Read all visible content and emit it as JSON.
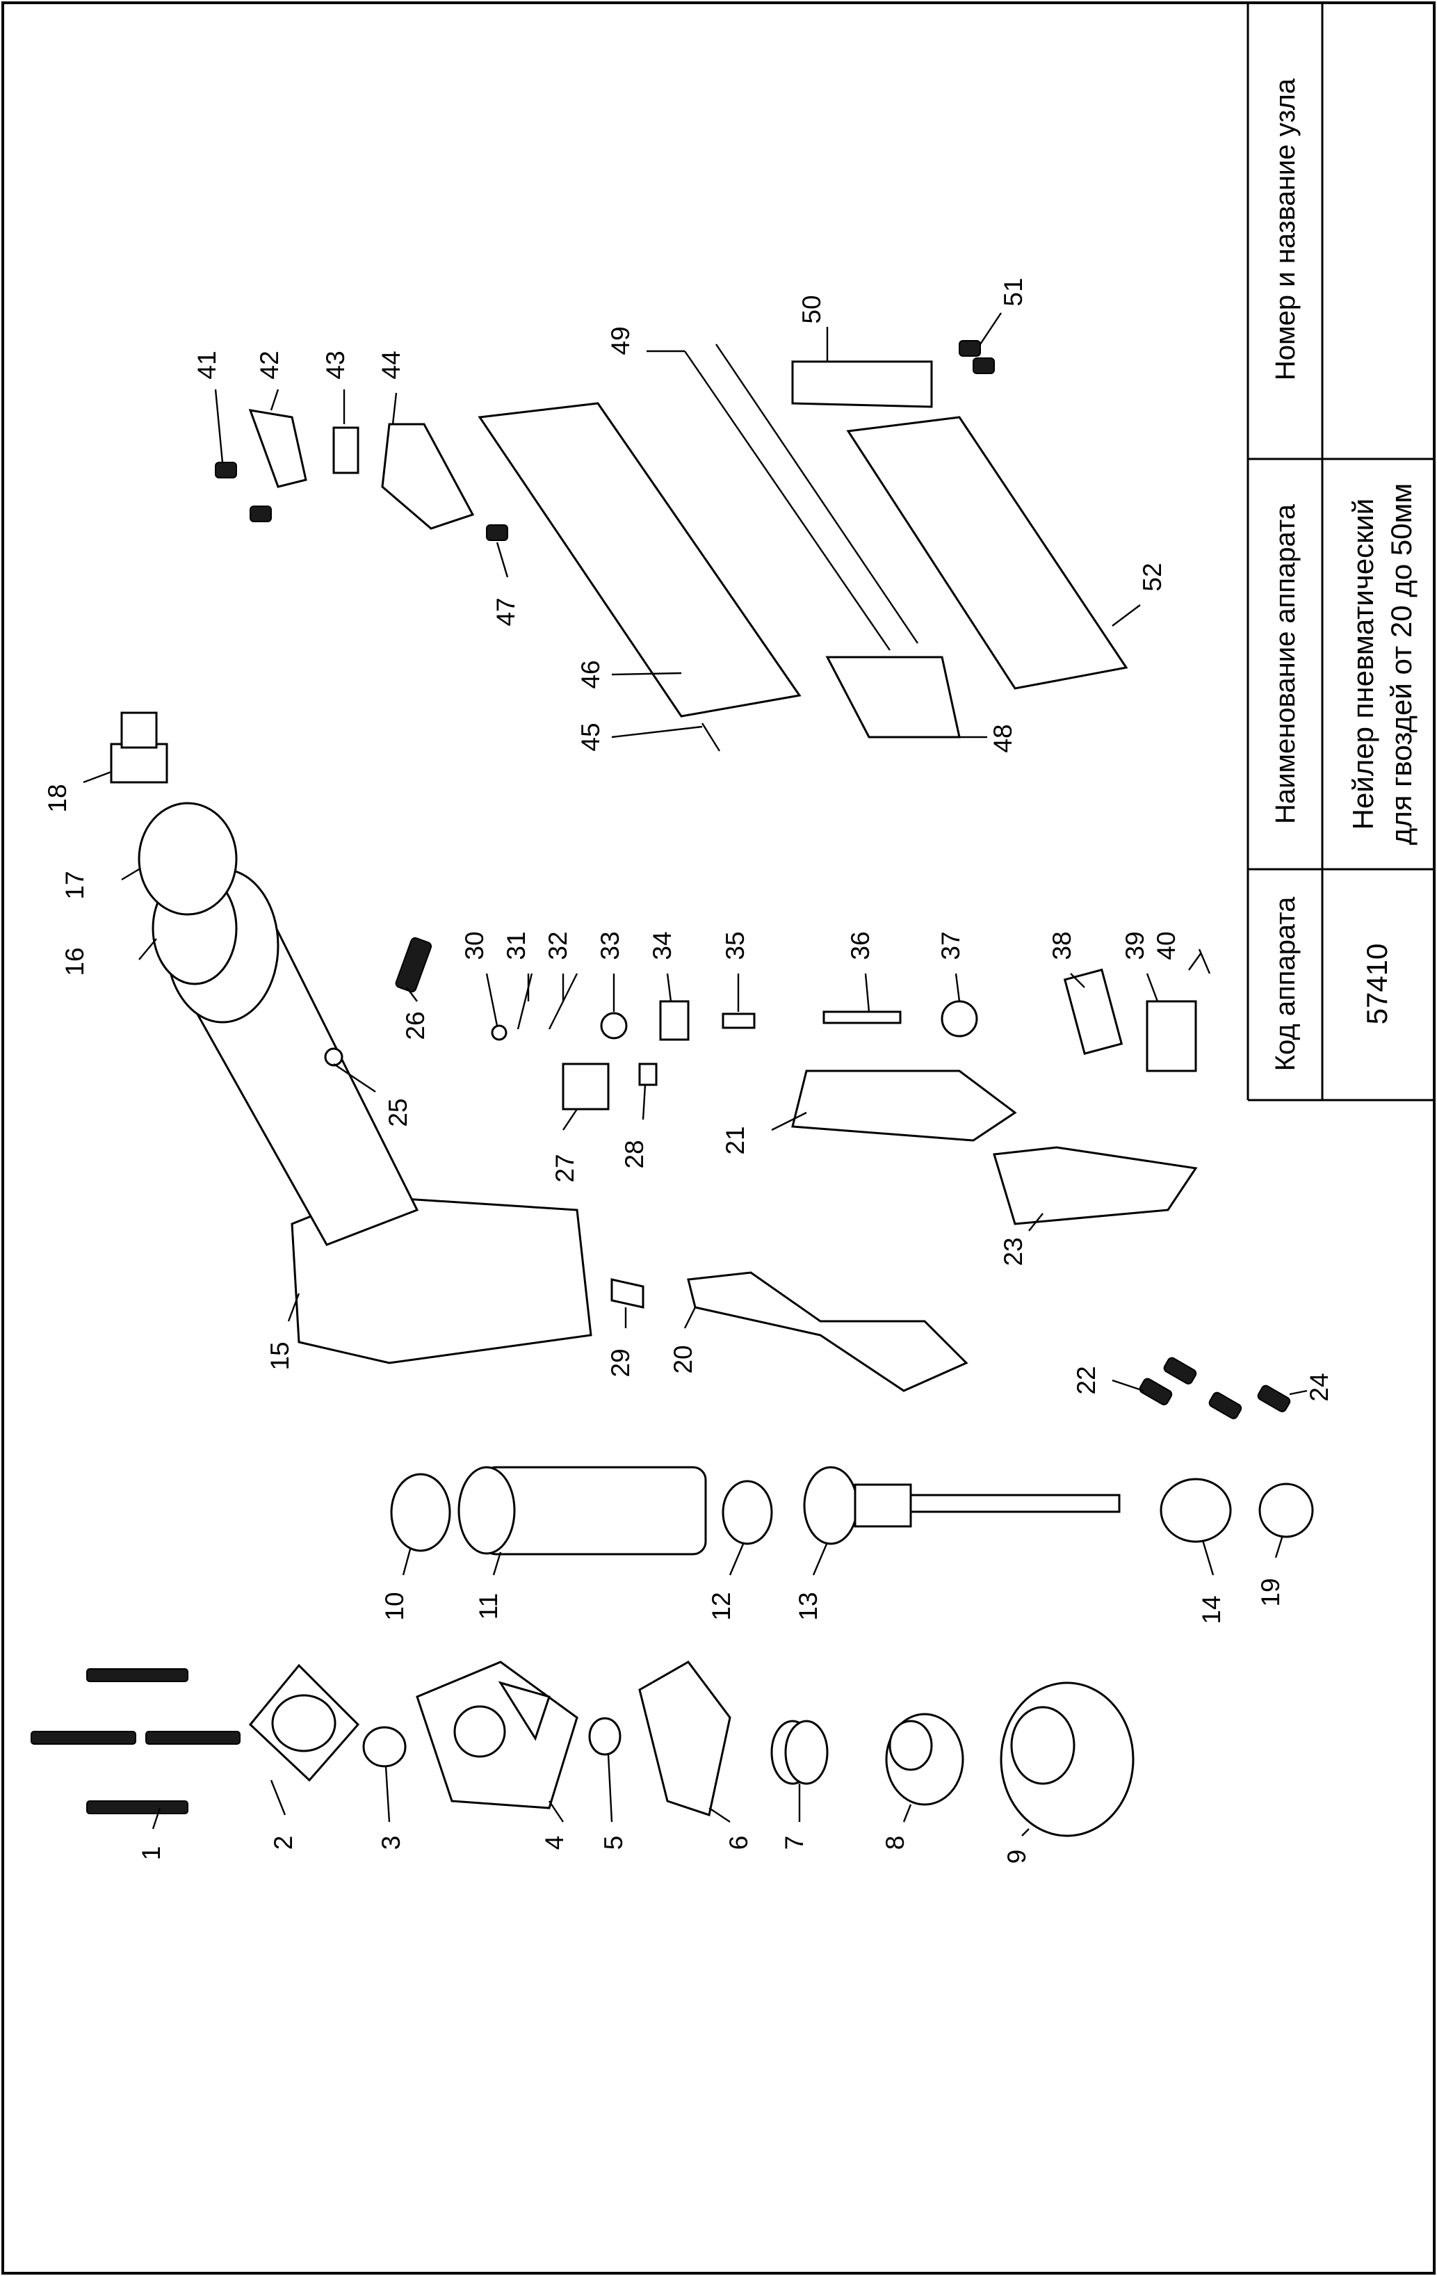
{
  "title_block": {
    "code_header": "Код аппарата",
    "name_header": "Наименование аппарата",
    "node_header": "Номер и название узла",
    "code_value": "57410",
    "name_line1": "Нейлер пневматический",
    "name_line2": "для гвоздей от 20 до 50мм",
    "node_value": ""
  },
  "callouts": {
    "c1": "1",
    "c2": "2",
    "c3": "3",
    "c4": "4",
    "c5": "5",
    "c6": "6",
    "c7": "7",
    "c8": "8",
    "c9": "9",
    "c10": "10",
    "c11": "11",
    "c12": "12",
    "c13": "13",
    "c14": "14",
    "c15": "15",
    "c16": "16",
    "c17": "17",
    "c18": "18",
    "c19": "19",
    "c20": "20",
    "c21": "21",
    "c22": "22",
    "c23": "23",
    "c24": "24",
    "c25": "25",
    "c26": "26",
    "c27": "27",
    "c28": "28",
    "c29": "29",
    "c30": "30",
    "c31": "31",
    "c32": "32",
    "c33": "33",
    "c34": "34",
    "c35": "35",
    "c36": "36",
    "c37": "37",
    "c38": "38",
    "c39": "39",
    "c40": "40",
    "c41": "41",
    "c42": "42",
    "c43": "43",
    "c44": "44",
    "c45": "45",
    "c46": "46",
    "c47": "47",
    "c48": "48",
    "c49": "49",
    "c50": "50",
    "c51": "51",
    "c52": "52"
  }
}
